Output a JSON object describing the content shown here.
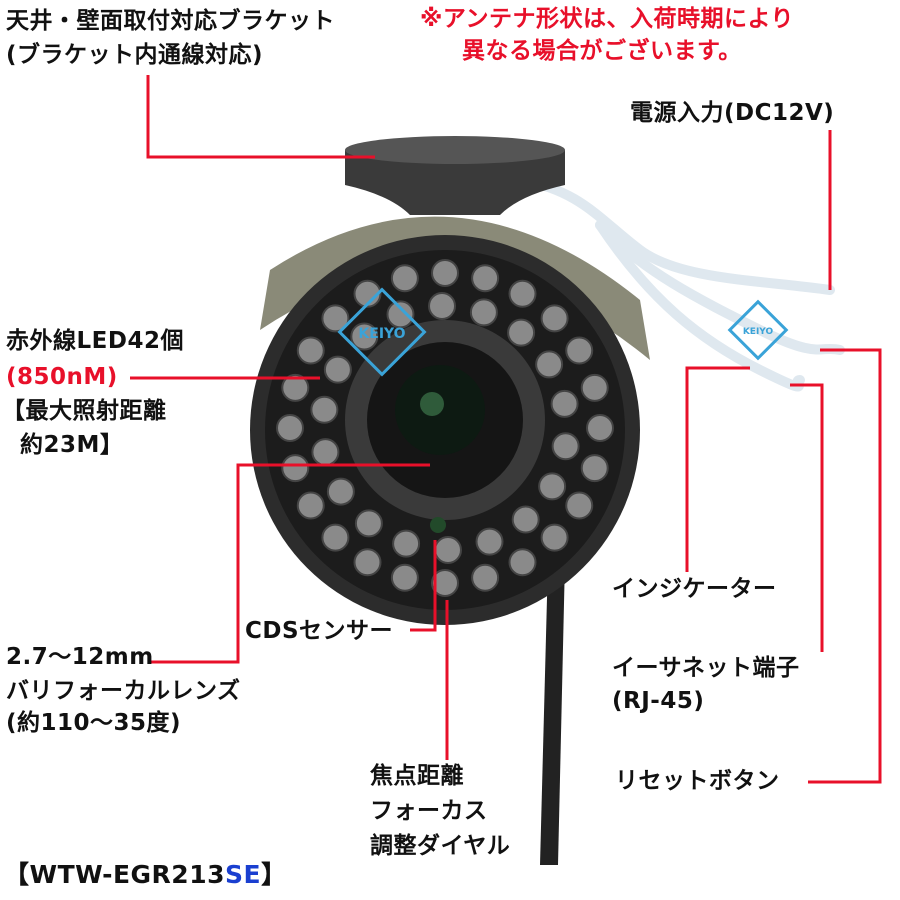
{
  "labels": {
    "bracket_line1": "天井・壁面取付対応ブラケット",
    "bracket_line2": "(ブラケット内通線対応)",
    "note_line1": "※アンテナ形状は、入荷時期により",
    "note_line2": "異なる場合がございます。",
    "power": "電源入力(DC12V)",
    "led_line1": "赤外線LED42個",
    "led_line2": "(850nM)",
    "led_line3": "【最大照射距離",
    "led_line4": "約23M】",
    "cds": "CDSセンサー",
    "lens_line1": "2.7〜12mm",
    "lens_line2": "バリフォーカルレンズ",
    "lens_line3": "(約110〜35度)",
    "focus_line1": "焦点距離",
    "focus_line2": "フォーカス",
    "focus_line3": "調整ダイヤル",
    "indicator": "インジケーター",
    "ethernet_line1": "イーサネット端子",
    "ethernet_line2": "(RJ-45)",
    "reset": "リセットボタン",
    "model_prefix": "【WTW-EGR213",
    "model_suffix": "SE",
    "model_close": "】"
  },
  "logo_text": "KEIYO",
  "colors": {
    "leader": "#e8102a",
    "accent_blue": "#1a3fd0",
    "logo": "#3aa3d8"
  },
  "led_count": 42
}
